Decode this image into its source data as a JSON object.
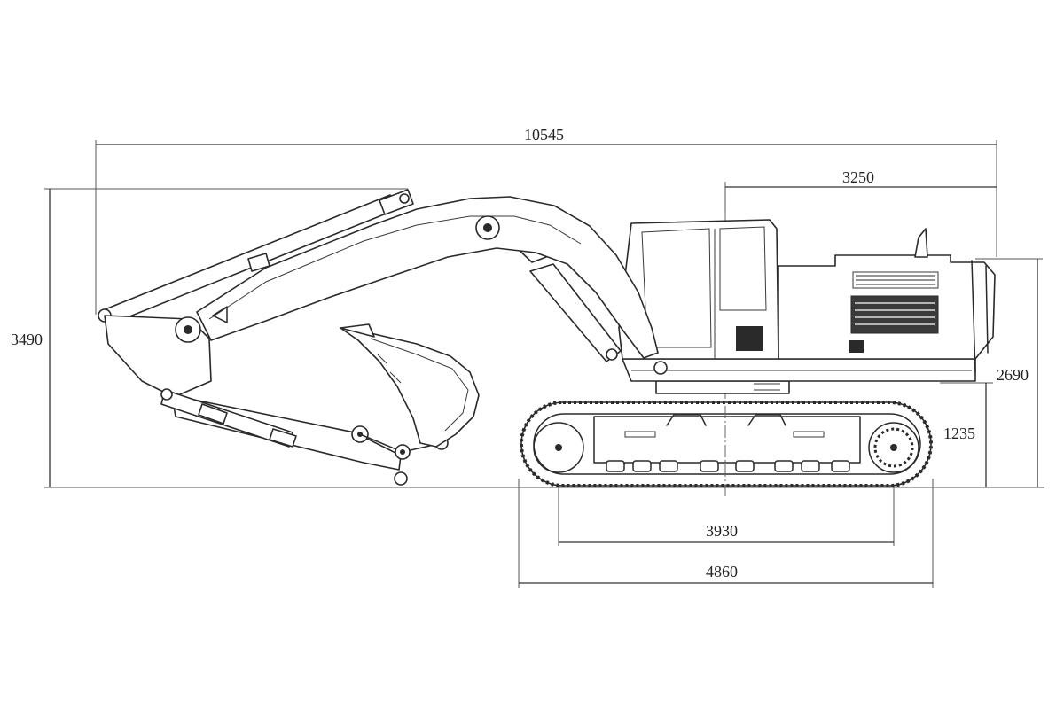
{
  "dimensions": {
    "overall_length": "10545",
    "tail_swing_to_rear": "3250",
    "overall_height": "3490",
    "counterweight_height": "2690",
    "ground_clearance_counterweight": "1235",
    "tumbler_distance": "3930",
    "track_length": "4860"
  },
  "icons": {
    "machine": "excavator-side-view"
  }
}
